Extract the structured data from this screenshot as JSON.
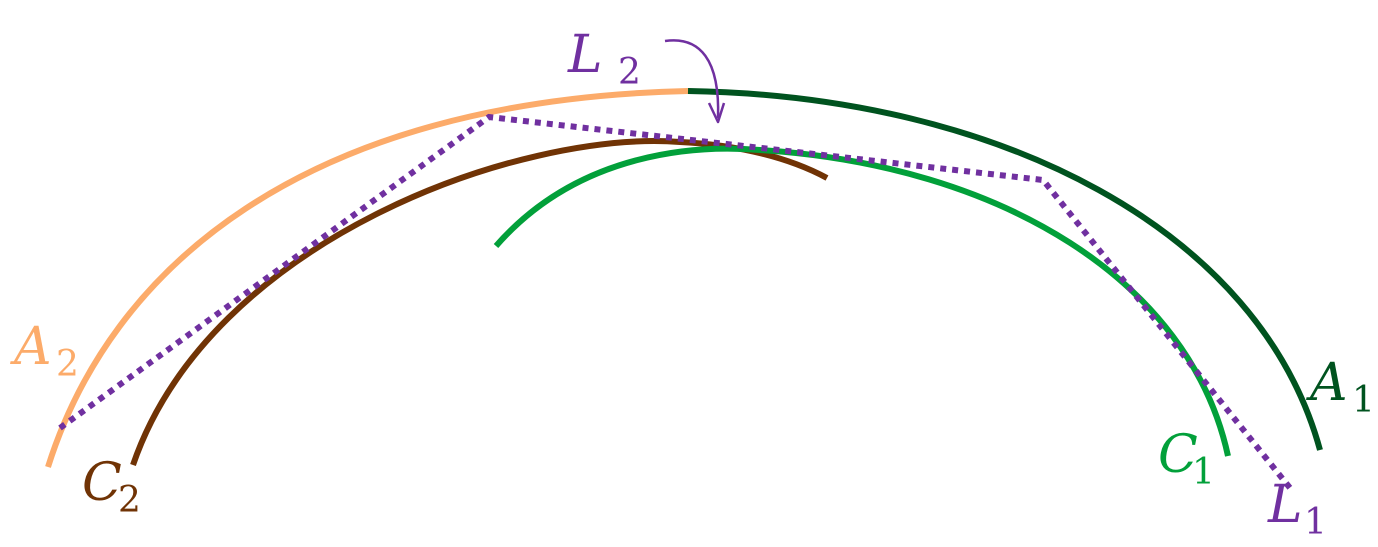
{
  "diagram": {
    "title": "",
    "colors": {
      "A1": "#00531f",
      "A2": "#fcab6a",
      "C1": "#02a03a",
      "C2": "#703305",
      "L": "#7030a0"
    },
    "labels": {
      "A1": {
        "base": "A",
        "sub": "1"
      },
      "A2": {
        "base": "A",
        "sub": "2"
      },
      "C1": {
        "base": "C",
        "sub": "1"
      },
      "C2": {
        "base": "C",
        "sub": "2"
      },
      "L1": {
        "base": "L",
        "sub": "1"
      },
      "L2": {
        "base": "L",
        "sub": "2"
      }
    },
    "curves": [
      {
        "id": "A2",
        "style": "solid",
        "desc": "orange outer arc, left half"
      },
      {
        "id": "A1",
        "style": "solid",
        "desc": "dark green outer arc, right half"
      },
      {
        "id": "C2",
        "style": "solid",
        "desc": "brown inner arc, left"
      },
      {
        "id": "C1",
        "style": "solid",
        "desc": "green inner arc, right"
      },
      {
        "id": "L",
        "style": "dotted",
        "desc": "purple polyline approximating arcs, segments L1 and L2"
      }
    ],
    "annotation": {
      "target": "L2",
      "type": "curved-arrow"
    }
  }
}
